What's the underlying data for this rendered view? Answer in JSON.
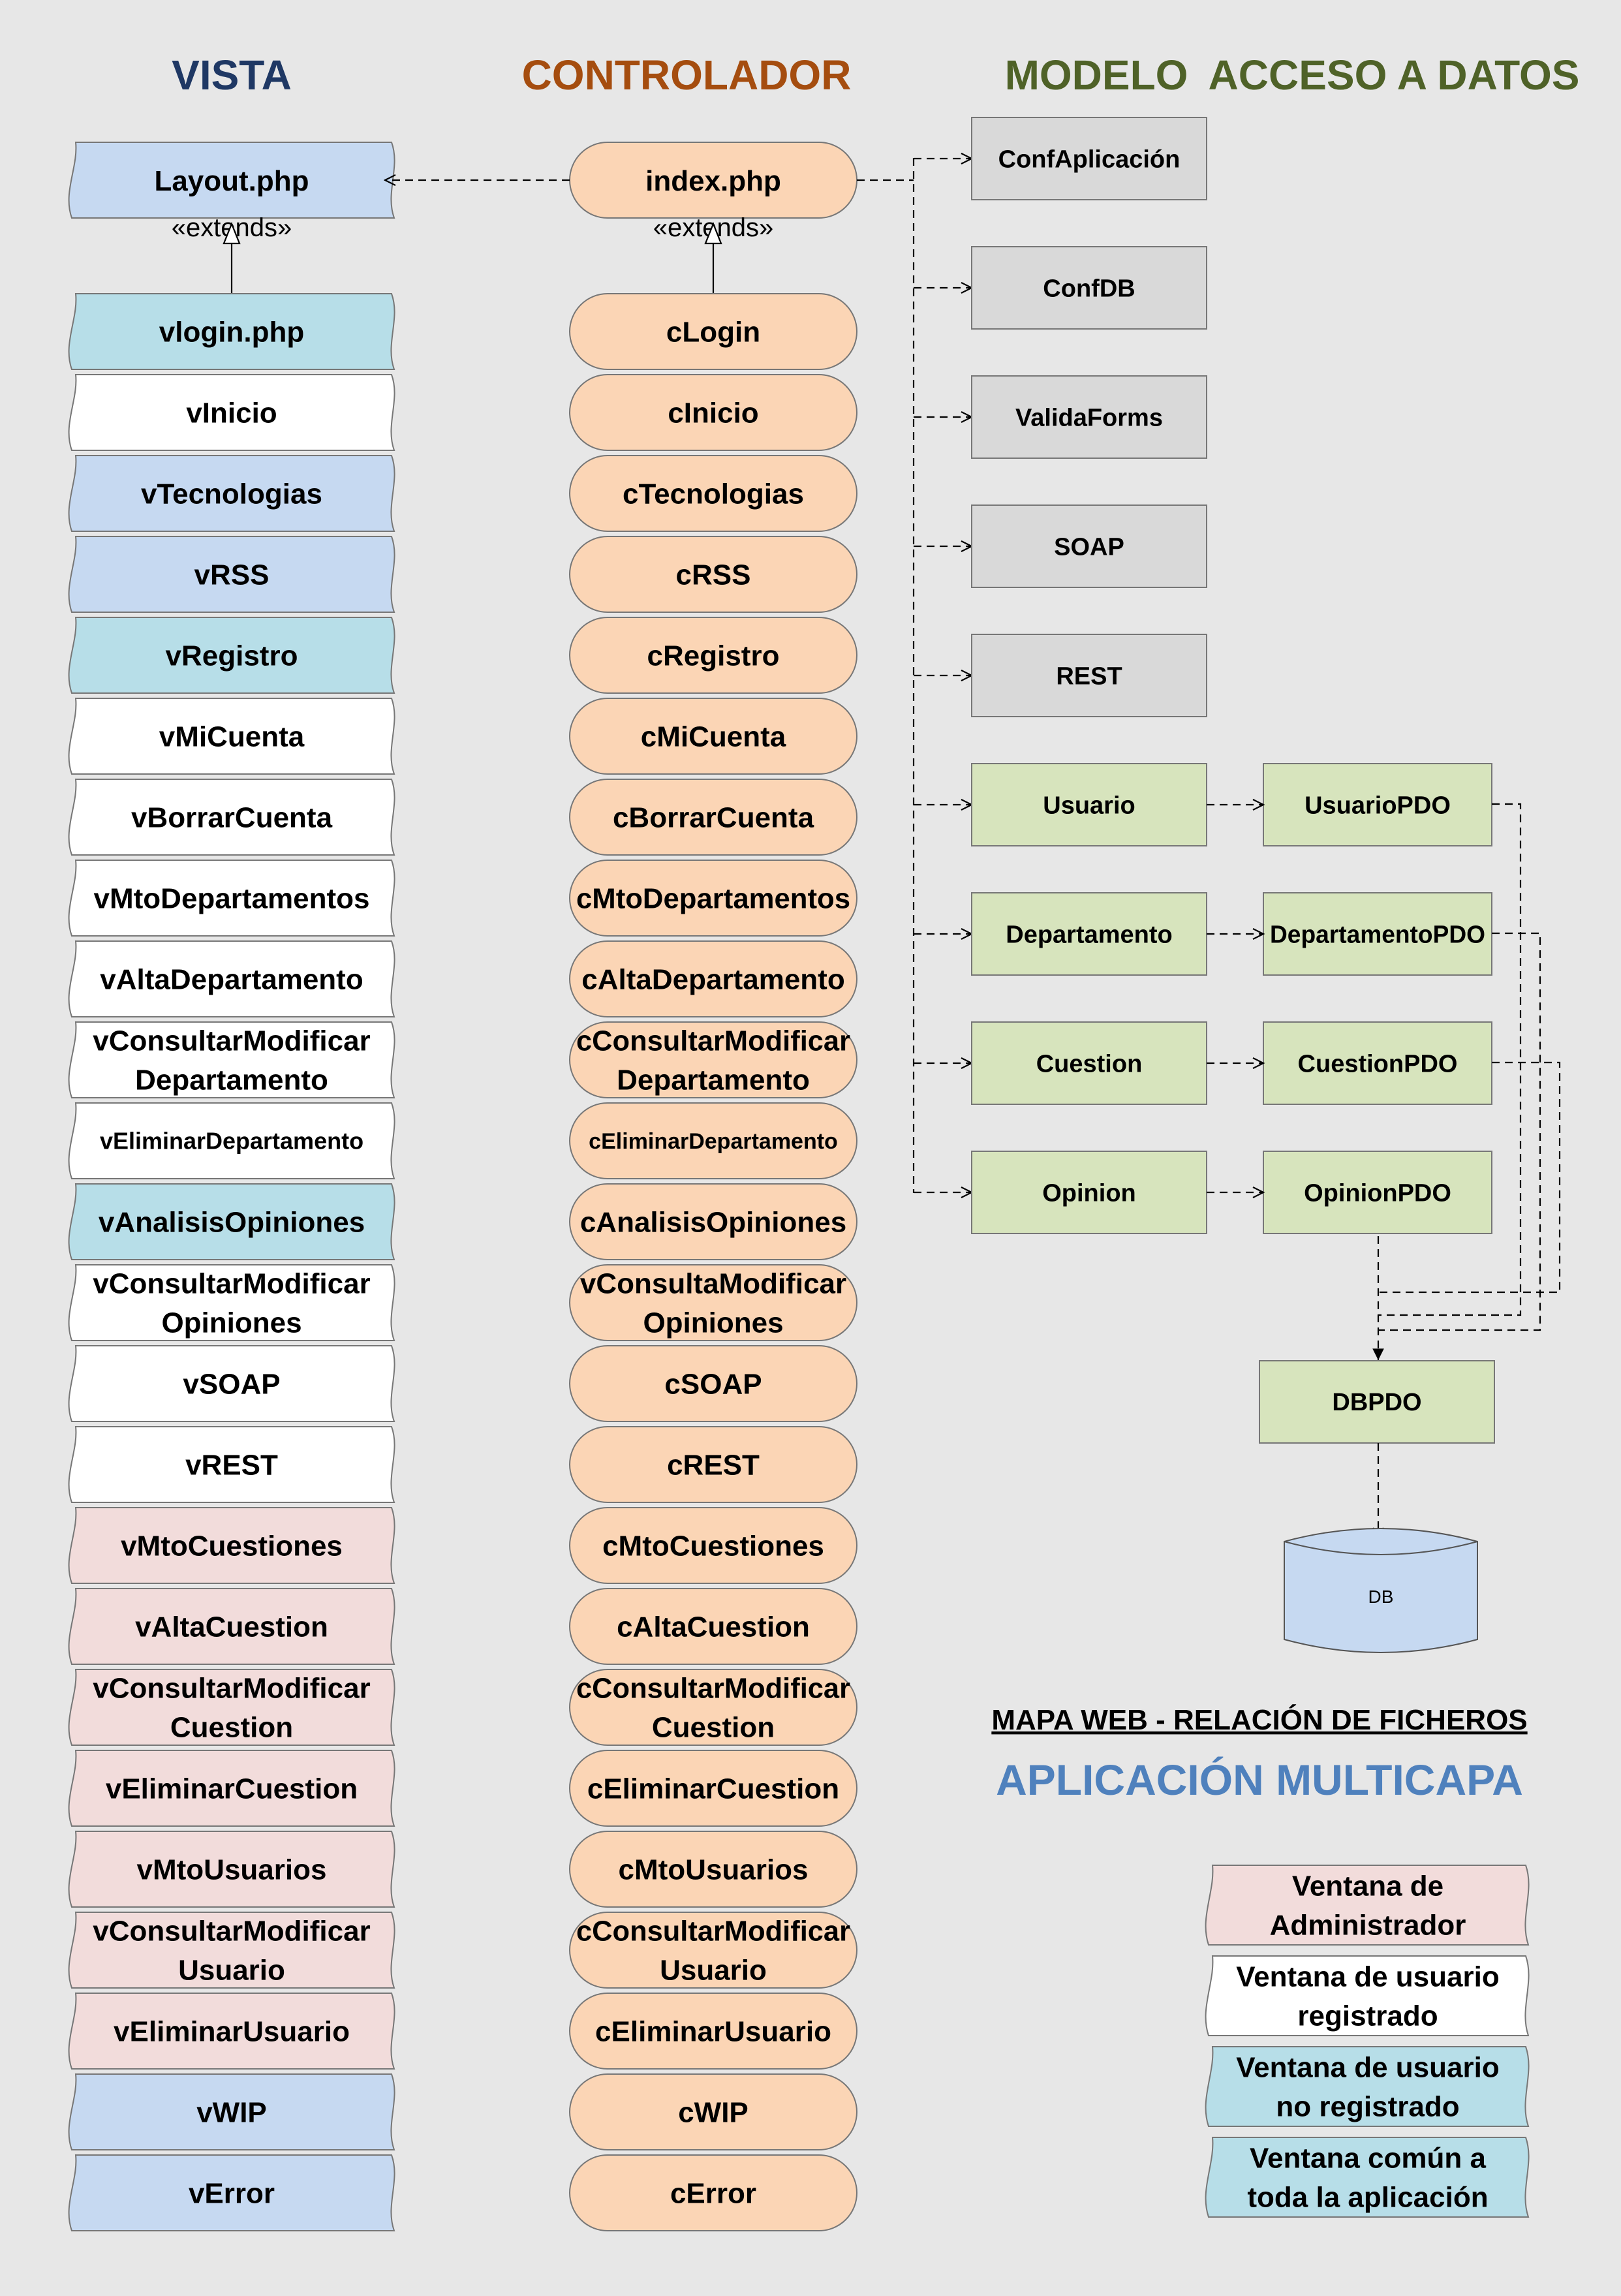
{
  "headers": {
    "vista": "VISTA",
    "controlador": "CONTROLADOR",
    "modelo": "MODELO",
    "acceso_datos": "ACCESO A DATOS"
  },
  "extends_label": "«extends»",
  "layout": {
    "label": "Layout.php"
  },
  "index": {
    "label": "index.php"
  },
  "views": [
    {
      "label": "vlogin.php",
      "type": "no-registrado"
    },
    {
      "label": "vInicio",
      "type": "registrado"
    },
    {
      "label": "vTecnologias",
      "type": "comun"
    },
    {
      "label": "vRSS",
      "type": "comun"
    },
    {
      "label": "vRegistro",
      "type": "no-registrado"
    },
    {
      "label": "vMiCuenta",
      "type": "registrado"
    },
    {
      "label": "vBorrarCuenta",
      "type": "registrado"
    },
    {
      "label": "vMtoDepartamentos",
      "type": "registrado"
    },
    {
      "label": "vAltaDepartamento",
      "type": "registrado"
    },
    {
      "label": "vConsultarModificar\nDepartamento",
      "type": "registrado"
    },
    {
      "label": "vEliminarDepartamento",
      "type": "registrado"
    },
    {
      "label": "vAnalisisOpiniones",
      "type": "no-registrado"
    },
    {
      "label": "vConsultarModificar\nOpiniones",
      "type": "registrado"
    },
    {
      "label": "vSOAP",
      "type": "registrado"
    },
    {
      "label": "vREST",
      "type": "registrado"
    },
    {
      "label": "vMtoCuestiones",
      "type": "admin"
    },
    {
      "label": "vAltaCuestion",
      "type": "admin"
    },
    {
      "label": "vConsultarModificar\nCuestion",
      "type": "admin"
    },
    {
      "label": "vEliminarCuestion",
      "type": "admin"
    },
    {
      "label": "vMtoUsuarios",
      "type": "admin"
    },
    {
      "label": "vConsultarModificar\nUsuario",
      "type": "admin"
    },
    {
      "label": "vEliminarUsuario",
      "type": "admin"
    },
    {
      "label": "vWIP",
      "type": "comun"
    },
    {
      "label": "vError",
      "type": "comun"
    }
  ],
  "controllers": [
    "cLogin",
    "cInicio",
    "cTecnologias",
    "cRSS",
    "cRegistro",
    "cMiCuenta",
    "cBorrarCuenta",
    "cMtoDepartamentos",
    "cAltaDepartamento",
    "cConsultarModificar\nDepartamento",
    "cEliminarDepartamento",
    "cAnalisisOpiniones",
    "vConsultaModificar\nOpiniones",
    "cSOAP",
    "cREST",
    "cMtoCuestiones",
    "cAltaCuestion",
    "cConsultarModificar\nCuestion",
    "cEliminarCuestion",
    "cMtoUsuarios",
    "cConsultarModificar\nUsuario",
    "cEliminarUsuario",
    "cWIP",
    "cError"
  ],
  "config_models": [
    "ConfAplicación",
    "ConfDB",
    "ValidaForms",
    "SOAP",
    "REST"
  ],
  "domain_models": [
    "Usuario",
    "Departamento",
    "Cuestion",
    "Opinion"
  ],
  "pdo_models": [
    "UsuarioPDO",
    "DepartamentoPDO",
    "CuestionPDO",
    "OpinionPDO"
  ],
  "dbpdo": {
    "label": "DBPDO"
  },
  "db": {
    "label": "DB"
  },
  "title": {
    "line1": "MAPA WEB - RELACIÓN DE FICHEROS",
    "line2": "APLICACIÓN MULTICAPA"
  },
  "legend": [
    {
      "label": "Ventana de\nAdministrador",
      "type": "admin"
    },
    {
      "label": "Ventana de usuario\nregistrado",
      "type": "registrado"
    },
    {
      "label": "Ventana de usuario\nno registrado",
      "type": "no-registrado"
    },
    {
      "label": "Ventana común a\ntoda la aplicación",
      "type": "no-registrado"
    }
  ],
  "colors": {
    "background": "#e7e7e7",
    "vista_header": "#1f3864",
    "controlador_header": "#a54d0f",
    "modelo_header": "#4f6228",
    "title_blue": "#4f81bd",
    "admin": "#f2dcdb",
    "registrado": "#ffffff",
    "no-registrado": "#b7dee8",
    "comun": "#c6d9f1",
    "controller": "#fbd5b5",
    "config_model": "#d9d9d9",
    "domain_model": "#d7e4bd",
    "db": "#c6d9f1"
  }
}
